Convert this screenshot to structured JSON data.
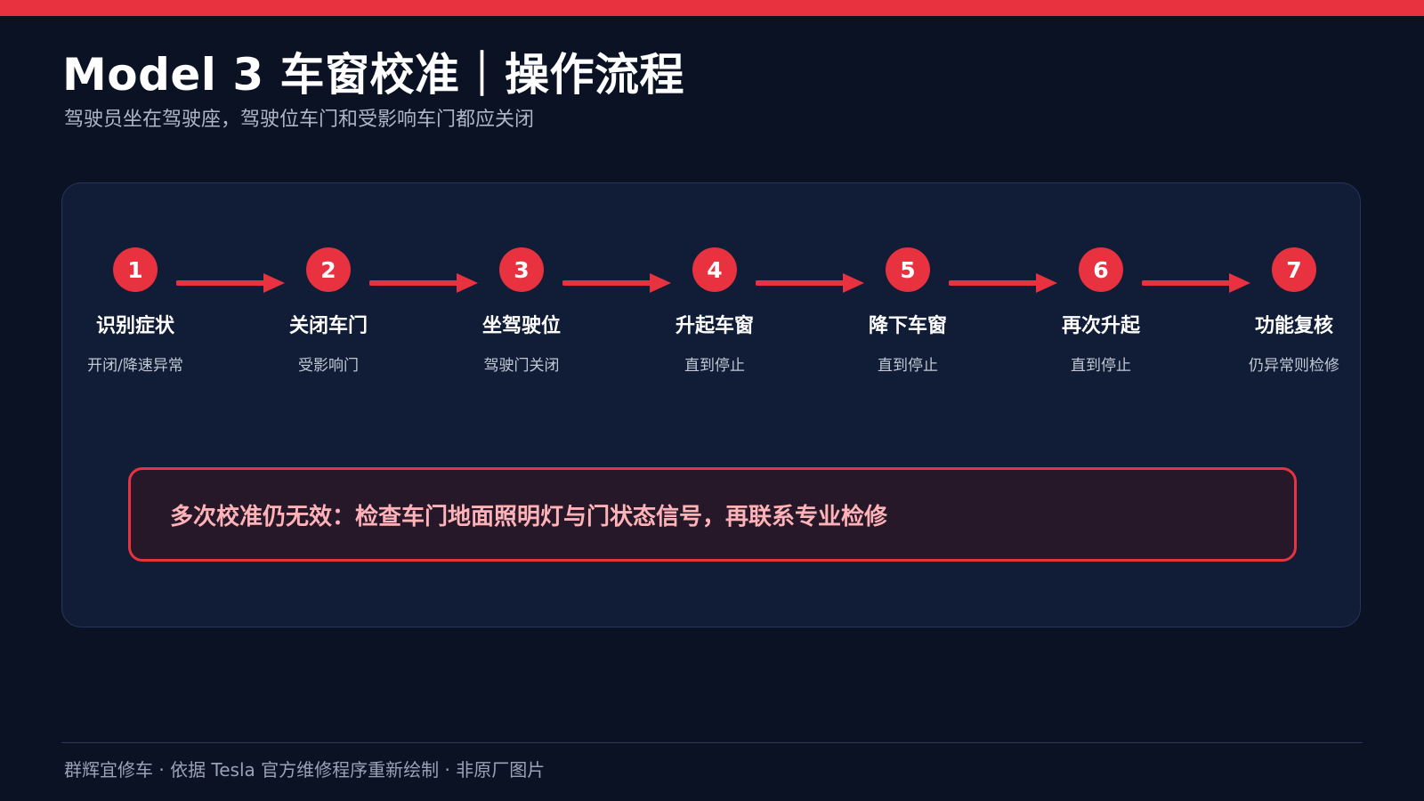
{
  "header": {
    "title": "Model 3 车窗校准｜操作流程",
    "subtitle": "驾驶员坐在驾驶座，驾驶位车门和受影响车门都应关闭"
  },
  "steps": [
    {
      "number": "1",
      "title": "识别症状",
      "desc": "开闭/降速异常"
    },
    {
      "number": "2",
      "title": "关闭车门",
      "desc": "受影响门"
    },
    {
      "number": "3",
      "title": "坐驾驶位",
      "desc": "驾驶门关闭"
    },
    {
      "number": "4",
      "title": "升起车窗",
      "desc": "直到停止"
    },
    {
      "number": "5",
      "title": "降下车窗",
      "desc": "直到停止"
    },
    {
      "number": "6",
      "title": "再次升起",
      "desc": "直到停止"
    },
    {
      "number": "7",
      "title": "功能复核",
      "desc": "仍异常则检修"
    }
  ],
  "warning": {
    "text": "多次校准仍无效：检查车门地面照明灯与门状态信号，再联系专业检修"
  },
  "footer": {
    "text": "群辉宜修车 · 依据 Tesla 官方维修程序重新绘制 · 非原厂图片"
  },
  "colors": {
    "accent": "#e8323f",
    "background": "#0b1224",
    "panel": "#111d36",
    "warning_text": "#ffb3b8"
  }
}
